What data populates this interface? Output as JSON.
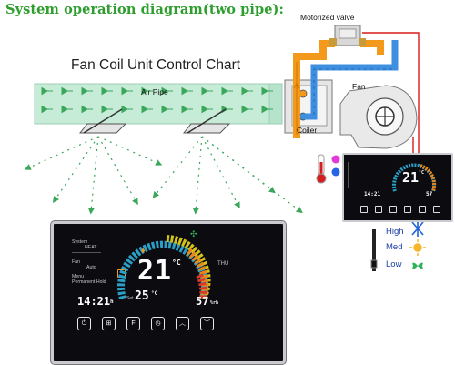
{
  "title": "System operation diagram(two pipe):",
  "chart_title": "Fan Coil Unit Control Chart",
  "labels": {
    "motorized_valve": "Motorized valve",
    "air_pipe": "Air Pipe",
    "coiler": "Coiler",
    "fan": "Fan"
  },
  "fan_speeds": [
    "High",
    "Med",
    "Low"
  ],
  "thermostat": {
    "menu_1_label": "System",
    "menu_1_value": "HEAT",
    "menu_2_label": "Fan",
    "menu_2_value": "Auto",
    "menu_3_label": "Menu",
    "menu_3_value": "Permanent Hold",
    "set_temp": "21",
    "set_unit": "°C",
    "day": "THU",
    "clock": "14:21",
    "clock_suffix": "h",
    "set_label": "Set",
    "room_temp": "25",
    "room_unit": "°C",
    "humidity": "57",
    "humidity_unit": "%rh",
    "button_glyphs": [
      "⏻",
      "⊞",
      "F",
      "◷",
      "︿",
      "﹀"
    ]
  },
  "thermostat_small": {
    "set_temp": "21",
    "set_unit": "°C",
    "clock": "14:21",
    "humidity": "57"
  },
  "colors": {
    "title_green": "#2e9e2e",
    "airflow_green": "#3aa75a",
    "pipe_orange": "#f39a1c",
    "pipe_blue": "#3f8fe0",
    "valve_wire_red": "#d81b1b",
    "indicator_magenta": "#e23ad8",
    "indicator_blue": "#2a63e6"
  }
}
